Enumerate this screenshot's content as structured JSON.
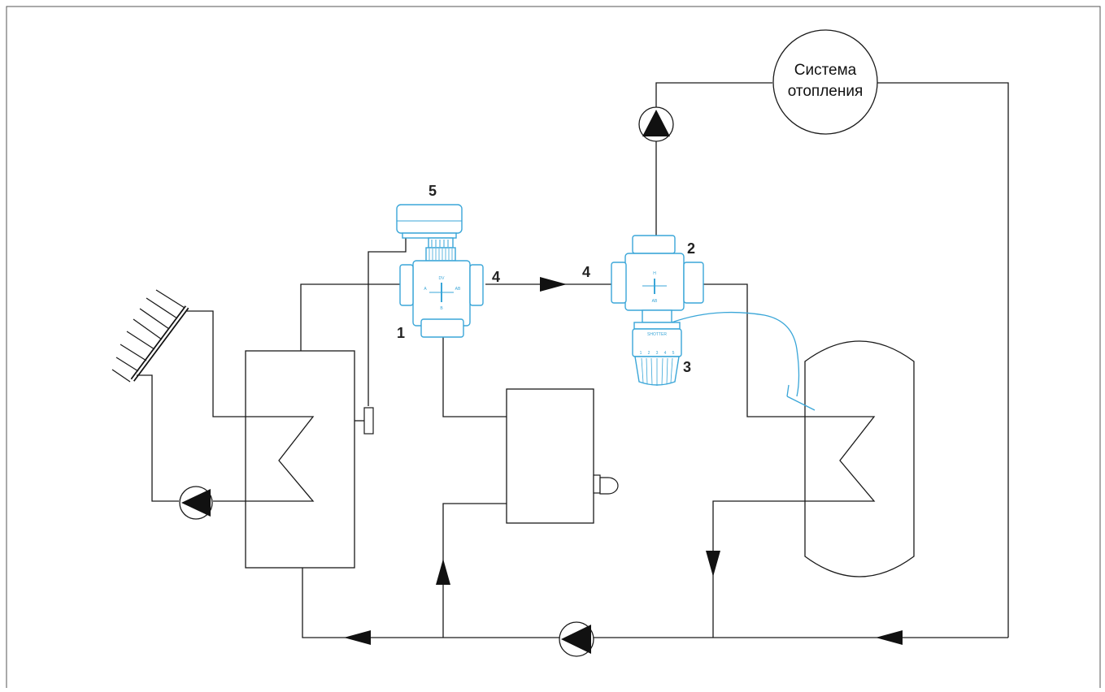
{
  "heating_system_label": [
    "Система",
    "отопления"
  ],
  "labels": {
    "mixing_valve": "1",
    "thermostatic_valve": "2",
    "thermostatic_head": "3",
    "connection_left": "4",
    "connection_right": "4",
    "actuator": "5"
  },
  "valve_markings": {
    "left_top": "DV",
    "left_a": "A",
    "left_ab": "AB",
    "left_b": "B",
    "right_top": "H",
    "right_ab": "AB",
    "head_brand": "SHOTTER",
    "head_scale": [
      "1",
      "2",
      "3",
      "4",
      "5"
    ]
  },
  "colors": {
    "pipe": "#1a1a1a",
    "valve_accent": "#3aa6d8",
    "frame": "#555555"
  }
}
